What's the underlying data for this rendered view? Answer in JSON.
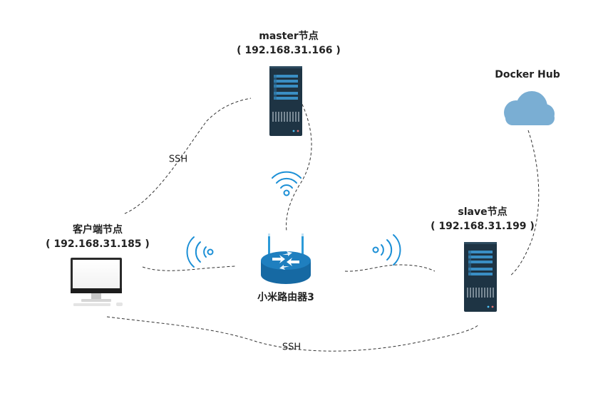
{
  "nodes": {
    "master": {
      "name": "master节点",
      "ip": "( 192.168.31.166 )"
    },
    "slave": {
      "name": "slave节点",
      "ip": "( 192.168.31.199 )"
    },
    "client": {
      "name": "客户端节点",
      "ip": "( 192.168.31.185 )"
    },
    "router": {
      "name": "小米路由器3"
    },
    "hub": {
      "name": "Docker Hub"
    }
  },
  "edges": {
    "ssh_master": "SSH",
    "ssh_slave": "SSH"
  },
  "colors": {
    "server_body": "#1e3444",
    "server_slot": "#3a8ec4",
    "wifi": "#1b8fd6",
    "router_top": "#1f7fbf",
    "router_side": "#1669a3",
    "cloud": "#7aaed3",
    "line": "#333333"
  }
}
